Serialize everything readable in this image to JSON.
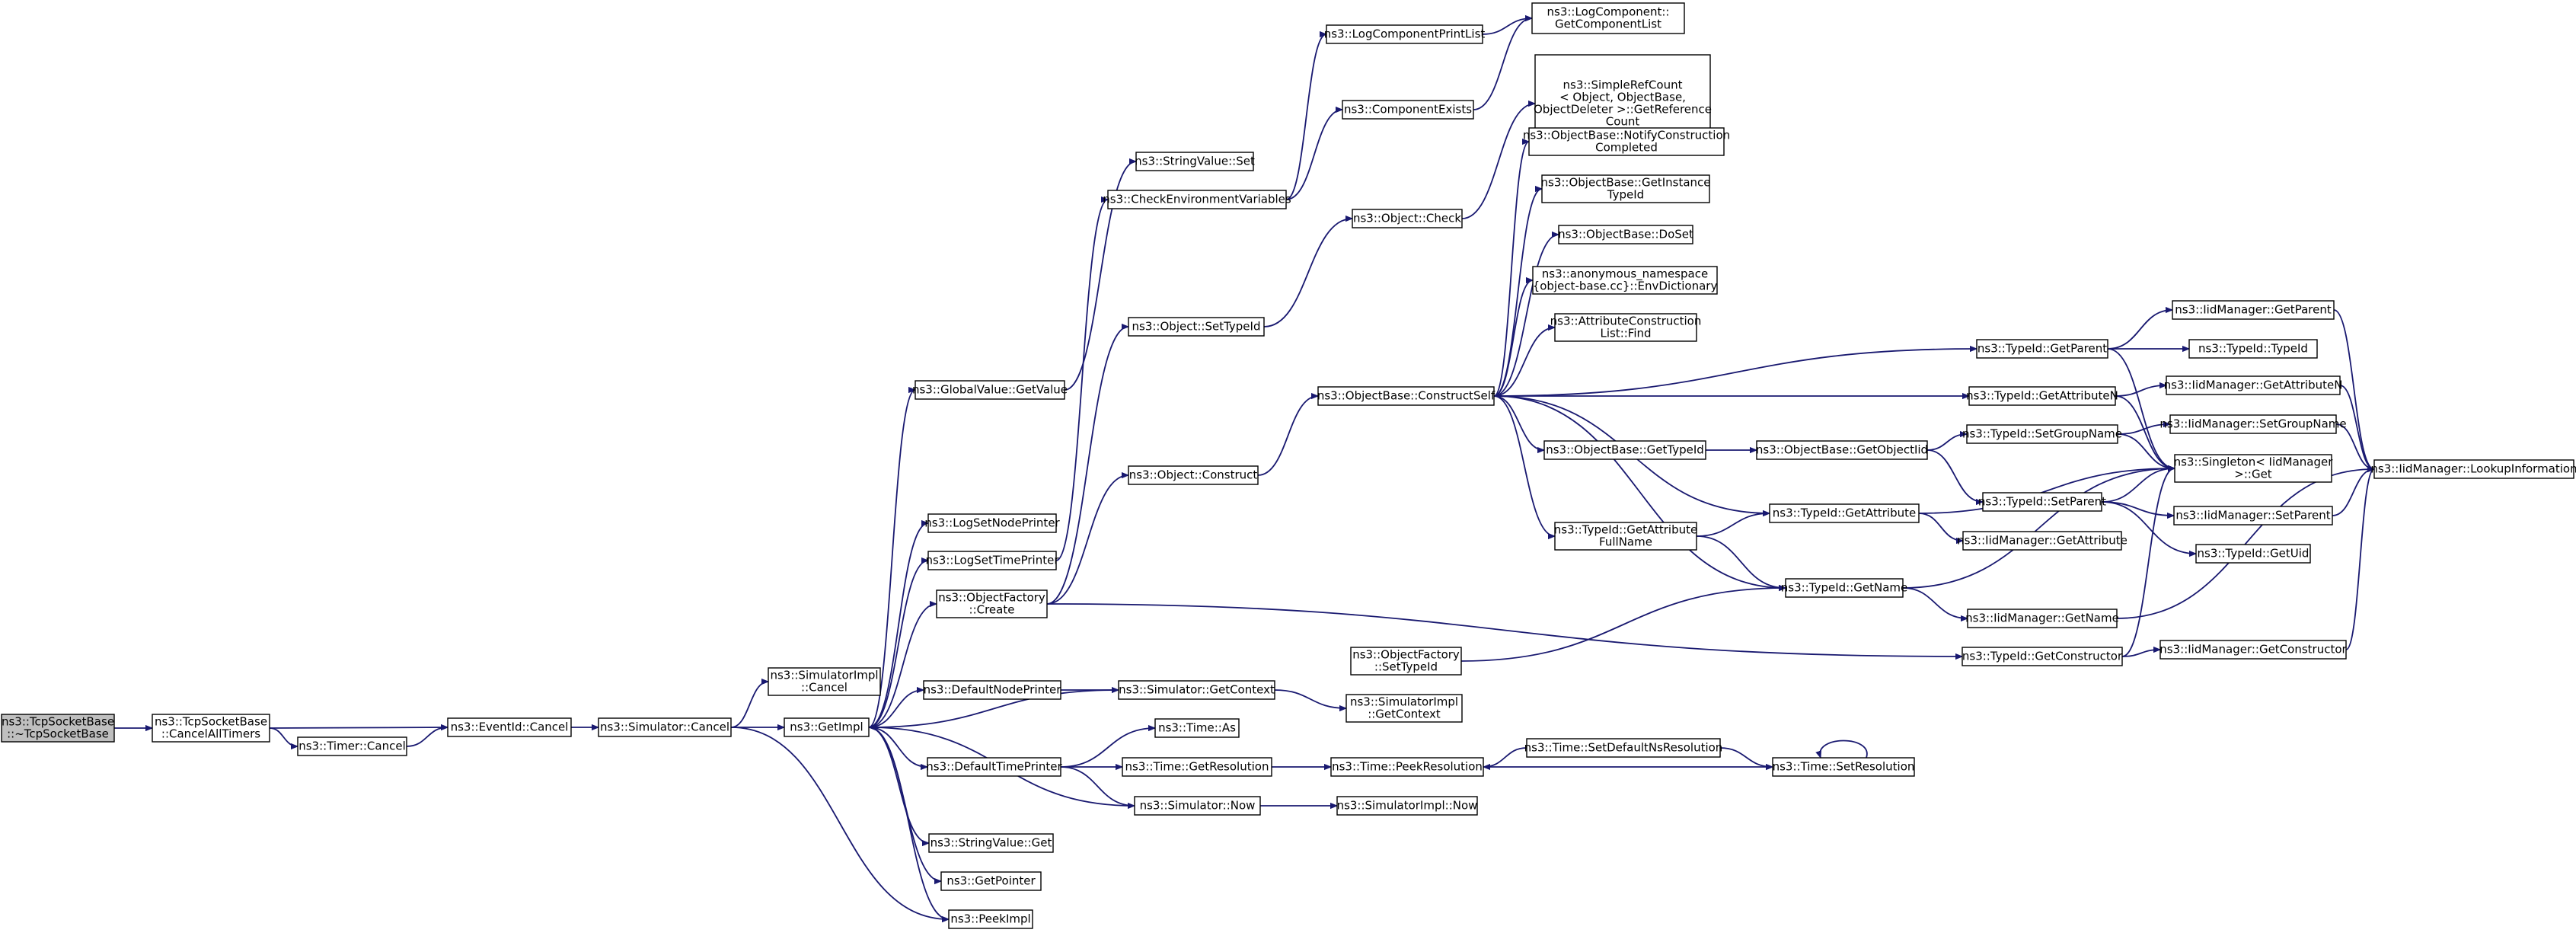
{
  "nodes": [
    {
      "id": "tcpdtor",
      "lines": [
        "ns3::TcpSocketBase",
        "::~TcpSocketBase"
      ],
      "root": true
    },
    {
      "id": "cancelall",
      "lines": [
        "ns3::TcpSocketBase",
        "::CancelAllTimers"
      ]
    },
    {
      "id": "timercancel",
      "lines": [
        "ns3::Timer::Cancel"
      ]
    },
    {
      "id": "eventcancel",
      "lines": [
        "ns3::EventId::Cancel"
      ]
    },
    {
      "id": "simcancel",
      "lines": [
        "ns3::Simulator::Cancel"
      ]
    },
    {
      "id": "simimplcancel",
      "lines": [
        "ns3::SimulatorImpl",
        "::Cancel"
      ]
    },
    {
      "id": "getimpl",
      "lines": [
        "ns3::GetImpl"
      ]
    },
    {
      "id": "gvget",
      "lines": [
        "ns3::GlobalValue::GetValue"
      ]
    },
    {
      "id": "lognode",
      "lines": [
        "ns3::LogSetNodePrinter"
      ]
    },
    {
      "id": "logtime",
      "lines": [
        "ns3::LogSetTimePrinter"
      ]
    },
    {
      "id": "ofcreate",
      "lines": [
        "ns3::ObjectFactory",
        "::Create"
      ]
    },
    {
      "id": "defnode",
      "lines": [
        "ns3::DefaultNodePrinter"
      ]
    },
    {
      "id": "deftime",
      "lines": [
        "ns3::DefaultTimePrinter"
      ]
    },
    {
      "id": "svget",
      "lines": [
        "ns3::StringValue::Get"
      ]
    },
    {
      "id": "getptr",
      "lines": [
        "ns3::GetPointer"
      ]
    },
    {
      "id": "peekimpl",
      "lines": [
        "ns3::PeekImpl"
      ]
    },
    {
      "id": "svset",
      "lines": [
        "ns3::StringValue::Set"
      ]
    },
    {
      "id": "checkenv",
      "lines": [
        "ns3::CheckEnvironmentVariables"
      ]
    },
    {
      "id": "objsettid",
      "lines": [
        "ns3::Object::SetTypeId"
      ]
    },
    {
      "id": "objconstruct",
      "lines": [
        "ns3::Object::Construct"
      ]
    },
    {
      "id": "simgetctx",
      "lines": [
        "ns3::Simulator::GetContext"
      ]
    },
    {
      "id": "timeas",
      "lines": [
        "ns3::Time::As"
      ]
    },
    {
      "id": "timegetres",
      "lines": [
        "ns3::Time::GetResolution"
      ]
    },
    {
      "id": "simnow",
      "lines": [
        "ns3::Simulator::Now"
      ]
    },
    {
      "id": "ofsettid",
      "lines": [
        "ns3::ObjectFactory",
        "::SetTypeId"
      ]
    },
    {
      "id": "simimplgetctx",
      "lines": [
        "ns3::SimulatorImpl",
        "::GetContext"
      ]
    },
    {
      "id": "timepeekres",
      "lines": [
        "ns3::Time::PeekResolution"
      ]
    },
    {
      "id": "simimplnow",
      "lines": [
        "ns3::SimulatorImpl::Now"
      ]
    },
    {
      "id": "logcpl",
      "lines": [
        "ns3::LogComponentPrintList"
      ]
    },
    {
      "id": "logcexists",
      "lines": [
        "ns3::ComponentExists"
      ]
    },
    {
      "id": "objcheck",
      "lines": [
        "ns3::Object::Check"
      ]
    },
    {
      "id": "obconstructself",
      "lines": [
        "ns3::ObjectBase::ConstructSelf"
      ]
    },
    {
      "id": "logcgetlist",
      "lines": [
        "ns3::LogComponent::",
        "GetComponentList"
      ]
    },
    {
      "id": "simplerefcount",
      "lines": [
        "ns3::SimpleRefCount",
        "< Object, ObjectBase,",
        "ObjectDeleter >::GetReference",
        "Count"
      ]
    },
    {
      "id": "obnotify",
      "lines": [
        "ns3::ObjectBase::NotifyConstruction",
        "Completed"
      ]
    },
    {
      "id": "obgetinst",
      "lines": [
        "ns3::ObjectBase::GetInstance",
        "TypeId"
      ]
    },
    {
      "id": "obdoset",
      "lines": [
        "ns3::ObjectBase::DoSet"
      ]
    },
    {
      "id": "envdict",
      "lines": [
        "ns3::anonymous_namespace",
        "{object-base.cc}::EnvDictionary"
      ]
    },
    {
      "id": "attrfind",
      "lines": [
        "ns3::AttributeConstruction",
        "List::Find"
      ]
    },
    {
      "id": "obgettid",
      "lines": [
        "ns3::ObjectBase::GetTypeId"
      ]
    },
    {
      "id": "tidgetattrfull",
      "lines": [
        "ns3::TypeId::GetAttribute",
        "FullName"
      ]
    },
    {
      "id": "obgetobjtid",
      "lines": [
        "ns3::ObjectBase::GetObjectIid"
      ]
    },
    {
      "id": "timesetdef",
      "lines": [
        "ns3::Time::SetDefaultNsResolution"
      ]
    },
    {
      "id": "timesetres",
      "lines": [
        "ns3::Time::SetResolution"
      ]
    },
    {
      "id": "tidgetparent",
      "lines": [
        "ns3::TypeId::GetParent"
      ]
    },
    {
      "id": "tidgetattrn",
      "lines": [
        "ns3::TypeId::GetAttributeN"
      ]
    },
    {
      "id": "tidsetgroup",
      "lines": [
        "ns3::TypeId::SetGroupName"
      ]
    },
    {
      "id": "tidsetparent",
      "lines": [
        "ns3::TypeId::SetParent"
      ]
    },
    {
      "id": "tidgetattr",
      "lines": [
        "ns3::TypeId::GetAttribute"
      ]
    },
    {
      "id": "tidgetname",
      "lines": [
        "ns3::TypeId::GetName"
      ]
    },
    {
      "id": "tidgetctor",
      "lines": [
        "ns3::TypeId::GetConstructor"
      ]
    },
    {
      "id": "iidgetparent",
      "lines": [
        "ns3::IidManager::GetParent"
      ]
    },
    {
      "id": "tidtid",
      "lines": [
        "ns3::TypeId::TypeId"
      ]
    },
    {
      "id": "iidgetattrn",
      "lines": [
        "ns3::IidManager::GetAttributeN"
      ]
    },
    {
      "id": "iidsetgroup",
      "lines": [
        "ns3::IidManager::SetGroupName"
      ]
    },
    {
      "id": "singletonget",
      "lines": [
        "ns3::Singleton< IidManager",
        ">::Get"
      ]
    },
    {
      "id": "iidsetparent",
      "lines": [
        "ns3::IidManager::SetParent"
      ]
    },
    {
      "id": "tidgetuid",
      "lines": [
        "ns3::TypeId::GetUid"
      ]
    },
    {
      "id": "iidgetattr",
      "lines": [
        "ns3::IidManager::GetAttribute"
      ]
    },
    {
      "id": "iidgetname",
      "lines": [
        "ns3::IidManager::GetName"
      ]
    },
    {
      "id": "iidgetctor",
      "lines": [
        "ns3::IidManager::GetConstructor"
      ]
    },
    {
      "id": "iidlookup",
      "lines": [
        "ns3::IidManager::LookupInformation"
      ]
    }
  ],
  "edges": [
    [
      "tcpdtor",
      "cancelall"
    ],
    [
      "cancelall",
      "eventcancel"
    ],
    [
      "cancelall",
      "timercancel"
    ],
    [
      "timercancel",
      "eventcancel"
    ],
    [
      "eventcancel",
      "simcancel"
    ],
    [
      "simcancel",
      "getimpl"
    ],
    [
      "simcancel",
      "simimplcancel"
    ],
    [
      "simcancel",
      "peekimpl"
    ],
    [
      "getimpl",
      "gvget"
    ],
    [
      "getimpl",
      "lognode"
    ],
    [
      "getimpl",
      "logtime"
    ],
    [
      "getimpl",
      "ofcreate"
    ],
    [
      "getimpl",
      "defnode"
    ],
    [
      "getimpl",
      "deftime"
    ],
    [
      "getimpl",
      "svget"
    ],
    [
      "getimpl",
      "getptr"
    ],
    [
      "getimpl",
      "peekimpl"
    ],
    [
      "gvget",
      "svset"
    ],
    [
      "logtime",
      "checkenv"
    ],
    [
      "ofcreate",
      "objsettid"
    ],
    [
      "ofcreate",
      "objconstruct"
    ],
    [
      "ofcreate",
      "tidgetctor"
    ],
    [
      "defnode",
      "simgetctx"
    ],
    [
      "simgetctx",
      "getimpl"
    ],
    [
      "simgetctx",
      "simimplgetctx"
    ],
    [
      "deftime",
      "timeas"
    ],
    [
      "deftime",
      "timegetres"
    ],
    [
      "deftime",
      "simnow"
    ],
    [
      "simnow",
      "getimpl"
    ],
    [
      "simnow",
      "simimplnow"
    ],
    [
      "timegetres",
      "timepeekres"
    ],
    [
      "checkenv",
      "logcpl"
    ],
    [
      "checkenv",
      "logcexists"
    ],
    [
      "logcpl",
      "logcgetlist"
    ],
    [
      "logcexists",
      "logcgetlist"
    ],
    [
      "objsettid",
      "objcheck"
    ],
    [
      "objcheck",
      "simplerefcount"
    ],
    [
      "objconstruct",
      "obconstructself"
    ],
    [
      "obconstructself",
      "obnotify"
    ],
    [
      "obconstructself",
      "obgetinst"
    ],
    [
      "obconstructself",
      "obdoset"
    ],
    [
      "obconstructself",
      "envdict"
    ],
    [
      "obconstructself",
      "attrfind"
    ],
    [
      "obconstructself",
      "obgettid"
    ],
    [
      "obconstructself",
      "tidgetattrfull"
    ],
    [
      "obconstructself",
      "tidgetattr"
    ],
    [
      "obconstructself",
      "tidgetname"
    ],
    [
      "obconstructself",
      "tidgetparent"
    ],
    [
      "obconstructself",
      "tidgetattrn"
    ],
    [
      "obgettid",
      "obgetobjtid"
    ],
    [
      "obgetobjtid",
      "tidsetgroup"
    ],
    [
      "obgetobjtid",
      "tidsetparent"
    ],
    [
      "tidgetattrfull",
      "tidgetattr"
    ],
    [
      "tidgetattrfull",
      "tidgetname"
    ],
    [
      "ofsettid",
      "tidgetname"
    ],
    [
      "timepeekres",
      "timesetres"
    ],
    [
      "timesetdef",
      "timepeekres"
    ],
    [
      "timesetdef",
      "timesetres"
    ],
    [
      "timesetres",
      "timesetres"
    ],
    [
      "tidgetparent",
      "iidgetparent"
    ],
    [
      "tidgetparent",
      "tidtid"
    ],
    [
      "tidgetparent",
      "singletonget"
    ],
    [
      "tidgetattrn",
      "iidgetattrn"
    ],
    [
      "tidgetattrn",
      "singletonget"
    ],
    [
      "tidsetgroup",
      "iidsetgroup"
    ],
    [
      "tidsetgroup",
      "singletonget"
    ],
    [
      "tidsetparent",
      "iidsetparent"
    ],
    [
      "tidsetparent",
      "tidgetuid"
    ],
    [
      "tidsetparent",
      "singletonget"
    ],
    [
      "tidgetattr",
      "iidgetattr"
    ],
    [
      "tidgetattr",
      "singletonget"
    ],
    [
      "tidgetname",
      "iidgetname"
    ],
    [
      "tidgetname",
      "singletonget"
    ],
    [
      "tidgetctor",
      "iidgetctor"
    ],
    [
      "tidgetctor",
      "singletonget"
    ],
    [
      "iidgetparent",
      "iidlookup"
    ],
    [
      "iidgetattrn",
      "iidlookup"
    ],
    [
      "iidsetgroup",
      "iidlookup"
    ],
    [
      "iidsetparent",
      "iidlookup"
    ],
    [
      "iidgetname",
      "iidlookup"
    ],
    [
      "iidgetctor",
      "iidlookup"
    ]
  ]
}
